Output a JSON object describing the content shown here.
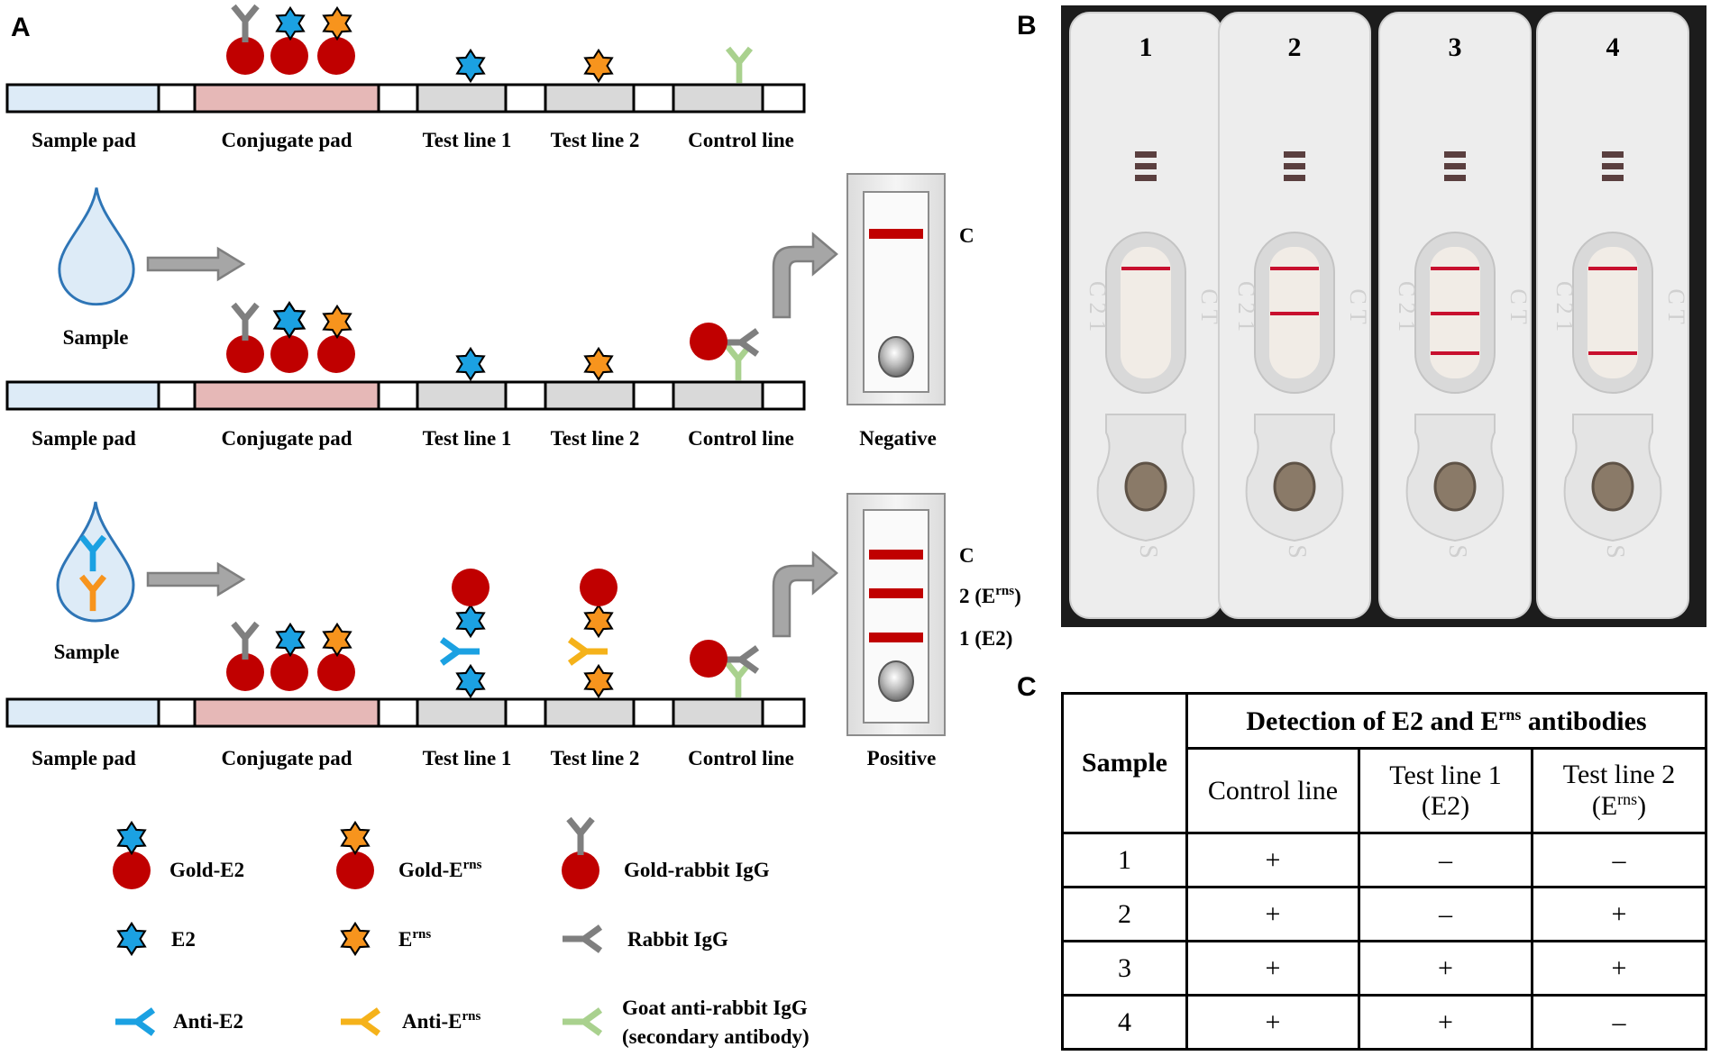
{
  "panels": {
    "a": "A",
    "b": "B",
    "c": "C"
  },
  "strip_labels": [
    "Sample pad",
    "Conjugate pad",
    "Test line 1",
    "Test line 2",
    "Control line"
  ],
  "sample_label": "Sample",
  "cassette_labels": {
    "c": "C",
    "line2": "2 (E",
    "line2_sup": "rns",
    "line2_end": ")",
    "line1": "1 (E2)",
    "negative": "Negative",
    "positive": "Positive"
  },
  "legend": {
    "gold_e2": "Gold-E2",
    "gold_erns": "Gold-E",
    "gold_erns_sup": "rns",
    "gold_rabbit": "Gold-rabbit IgG",
    "e2": "E2",
    "erns": "E",
    "erns_sup": "rns",
    "rabbit": "Rabbit IgG",
    "anti_e2": "Anti-E2",
    "anti_erns": "Anti-E",
    "anti_erns_sup": "rns",
    "goat_1": "Goat anti-rabbit IgG",
    "goat_2": "(secondary antibody)"
  },
  "photo": {
    "strip_numbers": [
      "1",
      "2",
      "3",
      "4"
    ],
    "cassette_markings": {
      "left": "C 2 1",
      "right": "C T",
      "well": "S"
    }
  },
  "table": {
    "header_sample": "Sample",
    "header_group": "Detection of E2 and E",
    "header_group_sup": "rns",
    "header_group_end": " antibodies",
    "col_control": "Control line",
    "col_t1": "Test line 1",
    "col_t1_sub": "(E2)",
    "col_t2": "Test line 2",
    "col_t2_sub": "(E",
    "col_t2_sup": "rns",
    "col_t2_end": ")",
    "rows": [
      {
        "sample": "1",
        "control": "+",
        "t1": "–",
        "t2": "–"
      },
      {
        "sample": "2",
        "control": "+",
        "t1": "–",
        "t2": "+"
      },
      {
        "sample": "3",
        "control": "+",
        "t1": "+",
        "t2": "+"
      },
      {
        "sample": "4",
        "control": "+",
        "t1": "+",
        "t2": "–"
      }
    ]
  },
  "colors": {
    "gold": "#c00000",
    "e2_star": "#1ba1e2",
    "erns_star": "#f7941d",
    "rabbit_igg": "#7f7f7f",
    "anti_e2": "#1ba1e2",
    "anti_erns": "#f5b21a",
    "goat_igg": "#a9d18e",
    "sample_pad": "#ddebf7",
    "conjugate_pad": "#e6b8b7",
    "test_pad": "#d9d9d9",
    "red_line": "#c00000"
  }
}
